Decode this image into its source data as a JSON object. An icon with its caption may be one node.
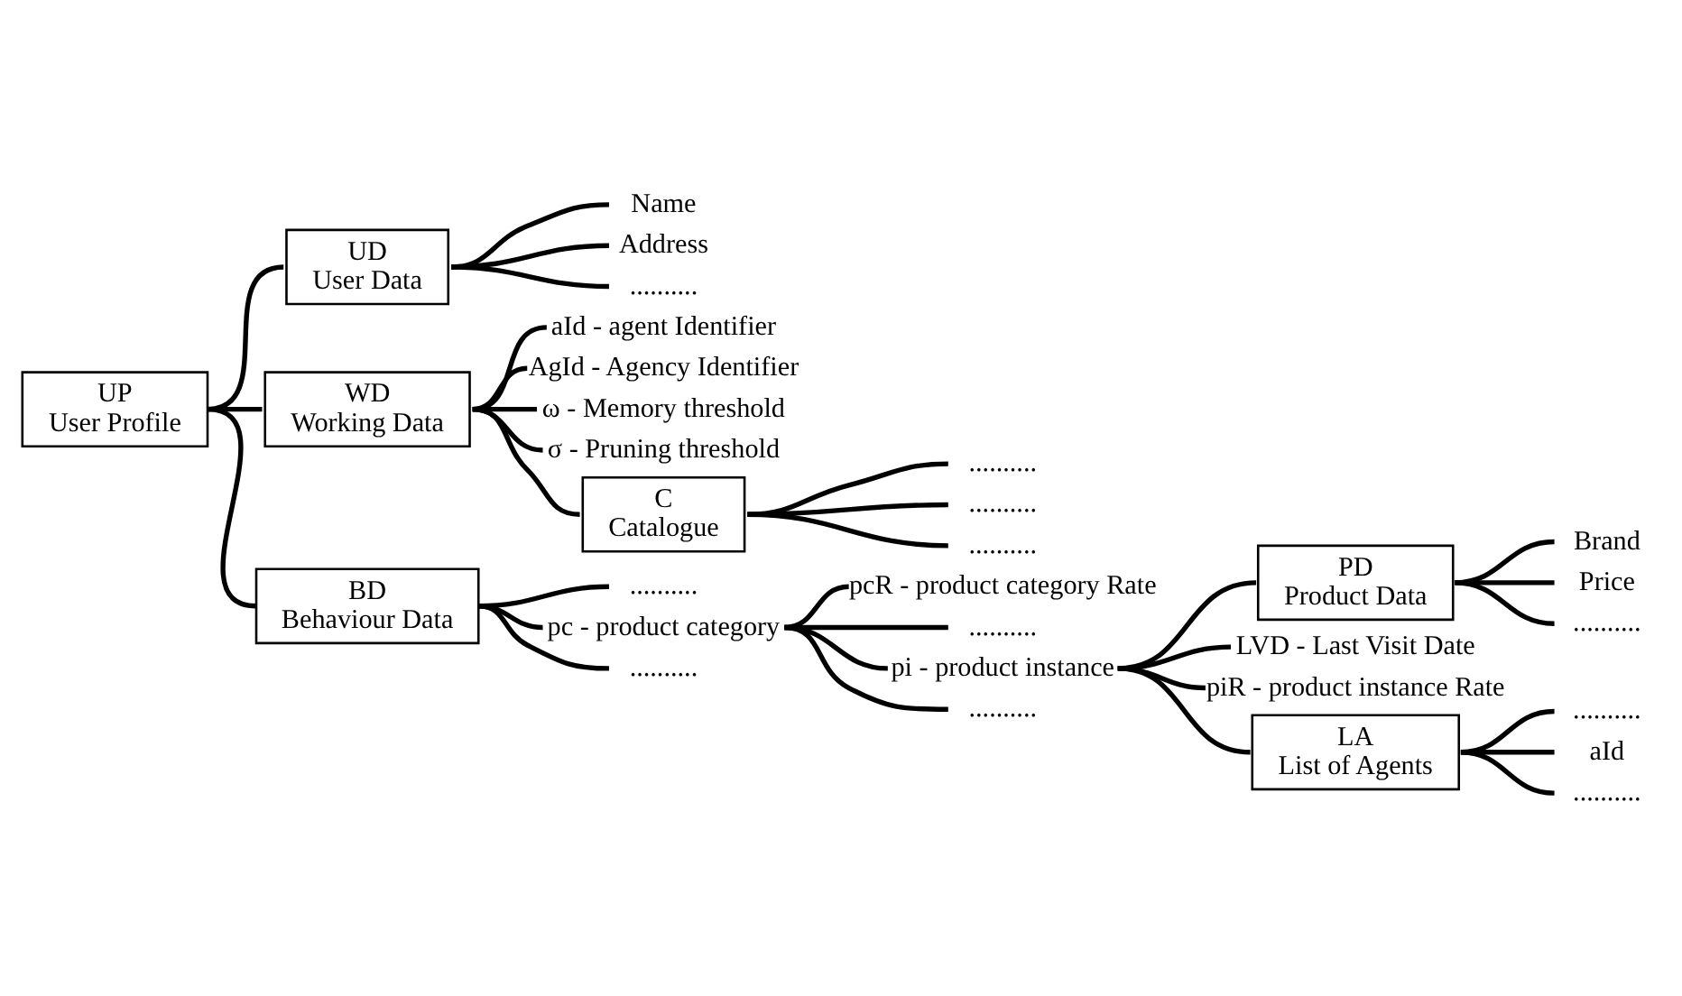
{
  "diagram": {
    "nodes": [
      {
        "text": [
          "UP",
          "User Profile"
        ]
      },
      {
        "text": [
          "UD",
          "User Data"
        ]
      },
      {
        "text": [
          "Name"
        ]
      },
      {
        "text": [
          "Address"
        ]
      },
      {
        "text": [
          ".........."
        ]
      },
      {
        "text": [
          "WD",
          "Working Data"
        ]
      },
      {
        "text": [
          "aId - agent Identifier"
        ]
      },
      {
        "text": [
          "AgId - Agency Identifier"
        ]
      },
      {
        "text": [
          "ω - Memory threshold"
        ]
      },
      {
        "text": [
          "σ - Pruning threshold"
        ]
      },
      {
        "text": [
          "C",
          "Catalogue"
        ]
      },
      {
        "text": [
          ".........."
        ]
      },
      {
        "text": [
          ".........."
        ]
      },
      {
        "text": [
          ".........."
        ]
      },
      {
        "text": [
          "BD",
          "Behaviour Data"
        ]
      },
      {
        "text": [
          ".........."
        ]
      },
      {
        "text": [
          "pc - product category"
        ]
      },
      {
        "text": [
          ".........."
        ]
      },
      {
        "text": [
          "pcR - product category Rate"
        ]
      },
      {
        "text": [
          ".........."
        ]
      },
      {
        "text": [
          "pi - product instance"
        ]
      },
      {
        "text": [
          ".........."
        ]
      },
      {
        "text": [
          "PD",
          "Product Data"
        ]
      },
      {
        "text": [
          "Brand"
        ]
      },
      {
        "text": [
          "Price"
        ]
      },
      {
        "text": [
          ".........."
        ]
      },
      {
        "text": [
          "LVD - Last Visit Date"
        ]
      },
      {
        "text": [
          "piR - product instance Rate"
        ]
      },
      {
        "text": [
          "LA",
          "List of Agents"
        ]
      },
      {
        "text": [
          ".........."
        ]
      },
      {
        "text": [
          "aId"
        ]
      },
      {
        "text": [
          ".........."
        ]
      }
    ],
    "edges": [
      {
        "from": 0,
        "to": 1,
        "arrow": "none"
      },
      {
        "from": 0,
        "to": 5,
        "arrow": "none"
      },
      {
        "from": 0,
        "to": 14,
        "arrow": "none"
      },
      {
        "from": 1,
        "to": 2,
        "arrow": "none"
      },
      {
        "from": 1,
        "to": 3,
        "arrow": "none"
      },
      {
        "from": 1,
        "to": 4,
        "arrow": "none"
      },
      {
        "from": 5,
        "to": 6,
        "arrow": "none"
      },
      {
        "from": 5,
        "to": 7,
        "arrow": "none"
      },
      {
        "from": 5,
        "to": 8,
        "arrow": "none"
      },
      {
        "from": 5,
        "to": 9,
        "arrow": "none"
      },
      {
        "from": 5,
        "to": 10,
        "arrow": "none"
      },
      {
        "from": 10,
        "to": 11,
        "arrow": "none"
      },
      {
        "from": 10,
        "to": 12,
        "arrow": "none"
      },
      {
        "from": 10,
        "to": 13,
        "arrow": "none"
      },
      {
        "from": 14,
        "to": 15,
        "arrow": "none"
      },
      {
        "from": 14,
        "to": 16,
        "arrow": "none"
      },
      {
        "from": 14,
        "to": 17,
        "arrow": "none"
      },
      {
        "from": 16,
        "to": 18,
        "arrow": "none"
      },
      {
        "from": 16,
        "to": 19,
        "arrow": "none"
      },
      {
        "from": 16,
        "to": 20,
        "arrow": "none"
      },
      {
        "from": 16,
        "to": 21,
        "arrow": "none"
      },
      {
        "from": 20,
        "to": 22,
        "arrow": "none"
      },
      {
        "from": 20,
        "to": 26,
        "arrow": "none"
      },
      {
        "from": 20,
        "to": 27,
        "arrow": "none"
      },
      {
        "from": 20,
        "to": 28,
        "arrow": "none"
      },
      {
        "from": 22,
        "to": 23,
        "arrow": "none"
      },
      {
        "from": 22,
        "to": 24,
        "arrow": "none"
      },
      {
        "from": 22,
        "to": 25,
        "arrow": "none"
      },
      {
        "from": 28,
        "to": 29,
        "arrow": "none"
      },
      {
        "from": 28,
        "to": 30,
        "arrow": "none"
      },
      {
        "from": 28,
        "to": 31,
        "arrow": "none"
      }
    ]
  }
}
